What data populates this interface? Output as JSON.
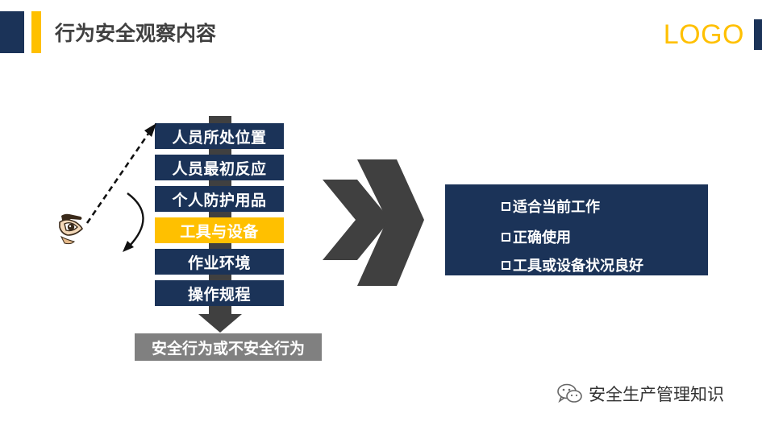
{
  "header": {
    "title": "行为安全观察内容",
    "logo": "LOGO"
  },
  "observation_items": [
    {
      "label": "人员所处位置",
      "highlighted": false
    },
    {
      "label": "人员最初反应",
      "highlighted": false
    },
    {
      "label": "个人防护用品",
      "highlighted": false
    },
    {
      "label": "工具与设备",
      "highlighted": true
    },
    {
      "label": "作业环境",
      "highlighted": false
    },
    {
      "label": "操作规程",
      "highlighted": false
    }
  ],
  "result": "安全行为或不安全行为",
  "checklist": {
    "items": [
      "适合当前工作",
      "正确使用",
      "工具或设备状况良好"
    ]
  },
  "watermark": "安全生产管理知识",
  "colors": {
    "navy": "#1b3358",
    "accent": "#ffc000",
    "gray": "#808080",
    "dark": "#404040"
  }
}
